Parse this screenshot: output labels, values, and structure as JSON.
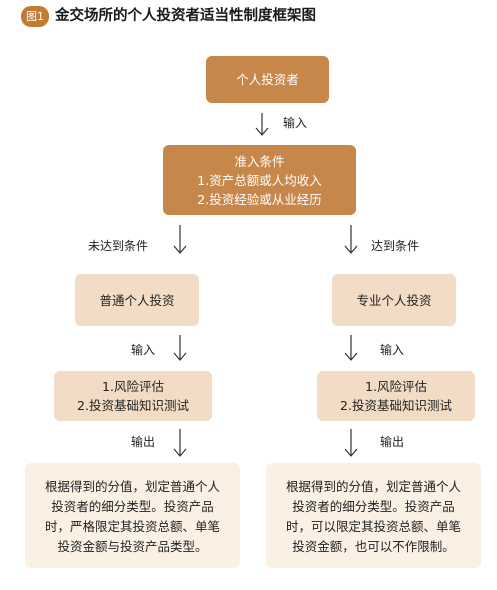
{
  "title": {
    "badge": "图1",
    "text": "金交场所的个人投资者适当性制度框架图"
  },
  "nodes": {
    "investor": "个人投资者",
    "admission": {
      "title": "准入条件",
      "line1": "1.资产总额或人均收入",
      "line2": "2.投资经验或从业经历"
    },
    "left_type": "普通个人投资",
    "right_type": "专业个人投资",
    "left_eval": {
      "line1": "1.风险评估",
      "line2": "2.投资基础知识测试"
    },
    "right_eval": {
      "line1": "1.风险评估",
      "line2": "2.投资基础知识测试"
    },
    "left_result": {
      "line1": "根据得到的分值，划定普通个人",
      "line2": "投资者的细分类型。投资产品",
      "line3": "时，严格限定其投资总额、单笔",
      "line4": "投资金额与投资产品类型。"
    },
    "right_result": {
      "line1": "根据得到的分值，划定普通个人",
      "line2": "投资者的细分类型。投资产品",
      "line3": "时，可以限定其投资总额、单笔",
      "line4": "投资金额，也可以不作限制。"
    }
  },
  "edge_labels": {
    "input_top": "输入",
    "not_met": "未达到条件",
    "met": "达到条件",
    "input_left": "输入",
    "input_right": "输入",
    "output_left": "输出",
    "output_right": "输出"
  },
  "colors": {
    "badge": "#c47a33",
    "dark_box": "#c8874a",
    "mid_box": "#f2dcc5",
    "light_box": "#fbf0e4",
    "arrow": "#333333"
  }
}
